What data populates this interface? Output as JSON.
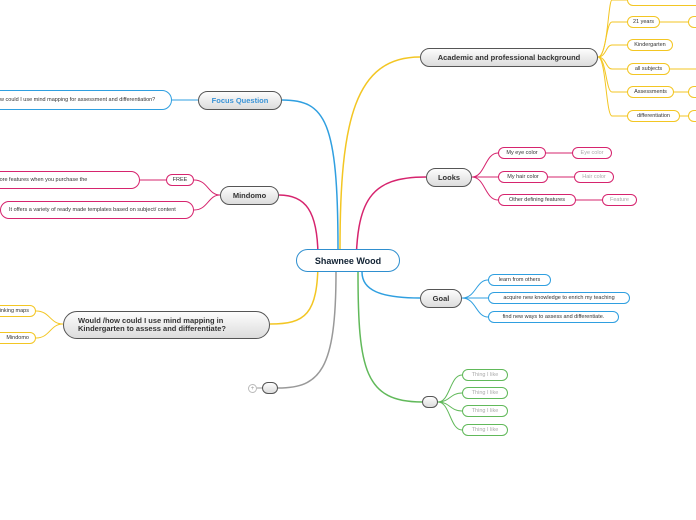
{
  "central": {
    "title": "Shawnee Wood"
  },
  "colors": {
    "yellow": "#f3c623",
    "pink": "#d6246e",
    "blue": "#2f9fe0",
    "green": "#61b95a",
    "gray": "#999999"
  },
  "branches": {
    "academic": {
      "title": "Academic and professional background",
      "items": [
        "21 years",
        "Kindergarten",
        "all subjects",
        "Assessments",
        "differentiation"
      ]
    },
    "looks": {
      "title": "Looks",
      "items": [
        {
          "label": "My eye color",
          "value": "Eye color"
        },
        {
          "label": "My hair color",
          "value": "Hair color"
        },
        {
          "label": "Other defining features",
          "value": "Feature"
        }
      ]
    },
    "goal": {
      "title": "Goal",
      "items": [
        "learn from others",
        "acquire new knowledge to enrich my teaching",
        "find new ways to assess and differentiate."
      ]
    },
    "things": {
      "title": "",
      "items": [
        "Thing I like",
        "Thing I like",
        "Thing I like",
        "Thing I like"
      ]
    },
    "focus": {
      "title": "Focus Question",
      "question": "How could I use mind mapping for assessment and differentiation?"
    },
    "mindomo": {
      "title": "Mindomo",
      "free": "FREE",
      "more": "more features when you purchase the",
      "templates": "It offers a variety of ready made templates based on subject/ content"
    },
    "would": {
      "title": "Would /how could I use mind mapping in Kindergarten to assess and differentiate?",
      "items": [
        "Thinking maps",
        "Mindomo"
      ]
    },
    "empty": {
      "title": "",
      "collapse": "+"
    }
  }
}
